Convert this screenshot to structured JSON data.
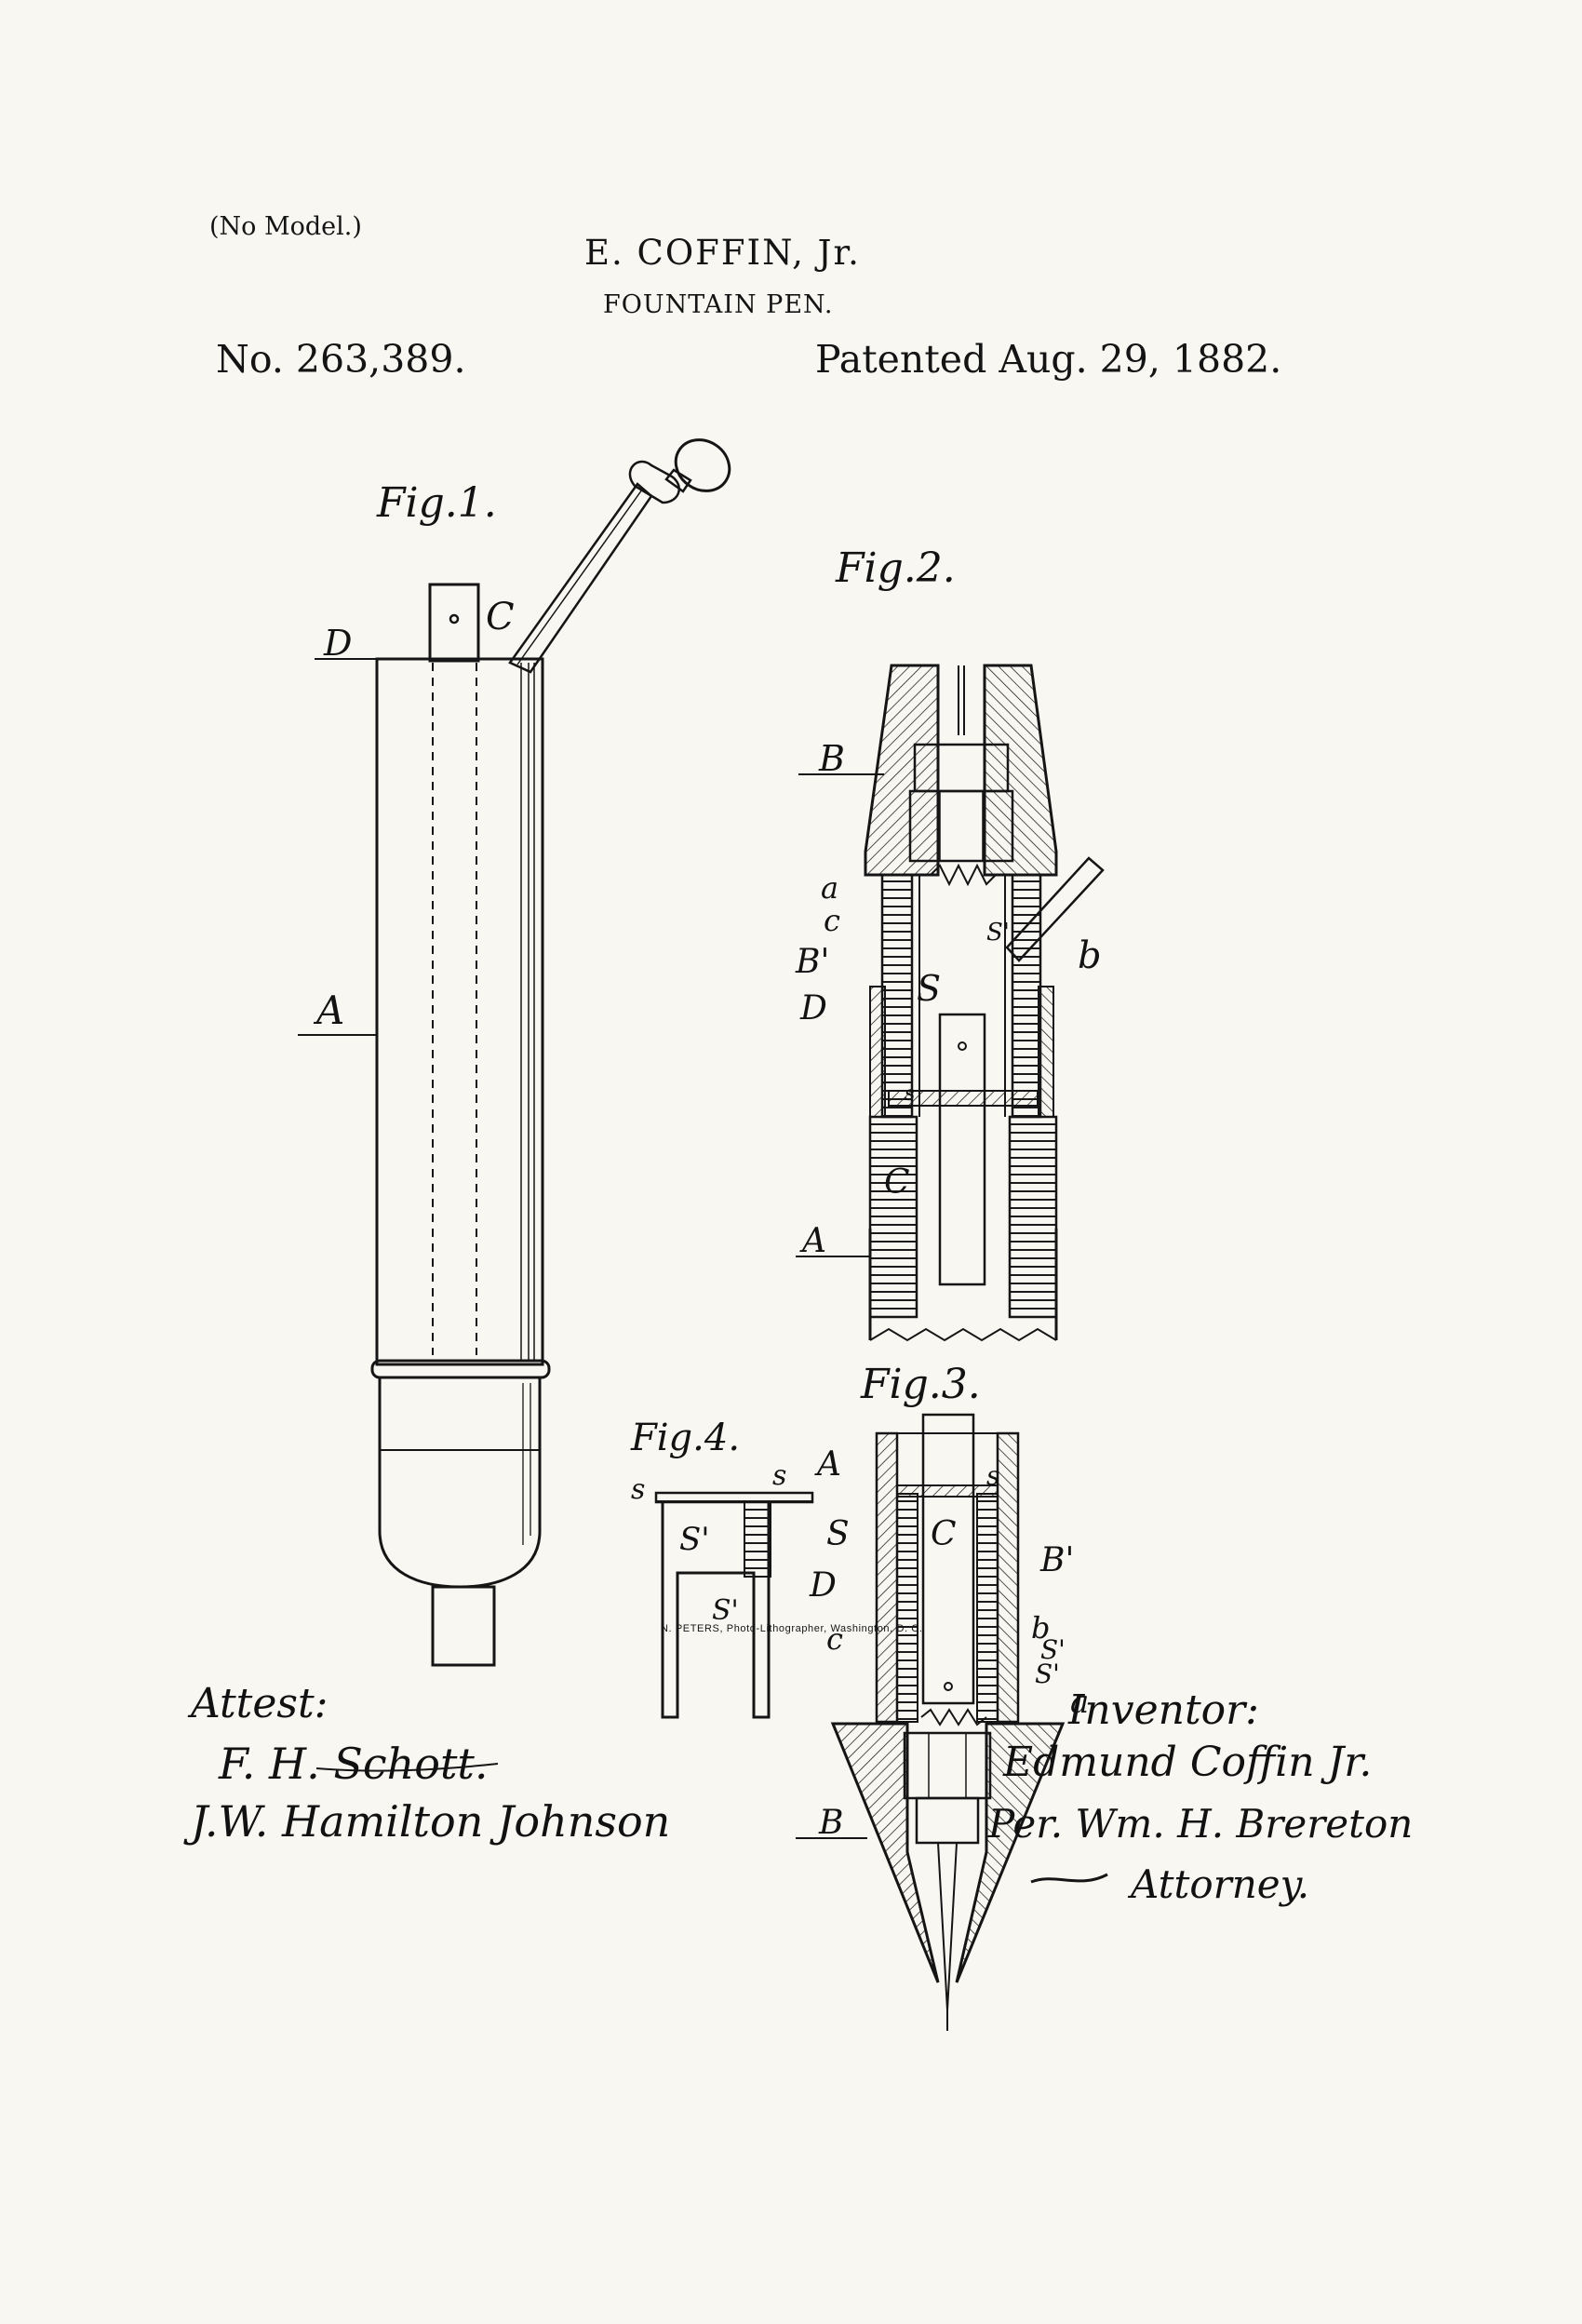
{
  "header": {
    "no_model": "(No Model.)",
    "inventor": "E. COFFIN, Jr.",
    "title": "FOUNTAIN PEN.",
    "patent_no": "No. 263,389.",
    "patent_date": "Patented Aug. 29, 1882."
  },
  "figures": {
    "fig1": {
      "label": "Fig.1.",
      "parts": {
        "A": "A",
        "C": "C",
        "D": "D"
      }
    },
    "fig2": {
      "label": "Fig.2.",
      "parts": {
        "B": "B",
        "a": "a",
        "c": "c",
        "B1": "B'",
        "D": "D",
        "S": "S",
        "S1": "S'",
        "s": "s",
        "b": "b",
        "C": "C",
        "A": "A"
      }
    },
    "fig3": {
      "label": "Fig.3.",
      "parts": {
        "A": "A",
        "s": "s",
        "S": "S",
        "C": "C",
        "B1": "B'",
        "D": "D",
        "b": "b",
        "c": "c",
        "S1a": "S'",
        "S1b": "S'",
        "a": "a",
        "B": "B"
      }
    },
    "fig4": {
      "label": "Fig.4.",
      "parts": {
        "s_left": "s",
        "s_right": "s",
        "S1_top": "S'",
        "S1_bottom": "S'"
      }
    }
  },
  "signatures": {
    "attest_label": "Attest:",
    "witness_1": "F. H. Schott.",
    "witness_2": "J.W. Hamilton Johnson",
    "inventor_label": "Inventor:",
    "inventor_sign": "Edmund Coffin Jr.",
    "per_line": "Per. Wm. H. Brereton",
    "attorney_label": "Attorney."
  },
  "footer": "N. PETERS, Photo-Lithographer, Washington, D. C."
}
